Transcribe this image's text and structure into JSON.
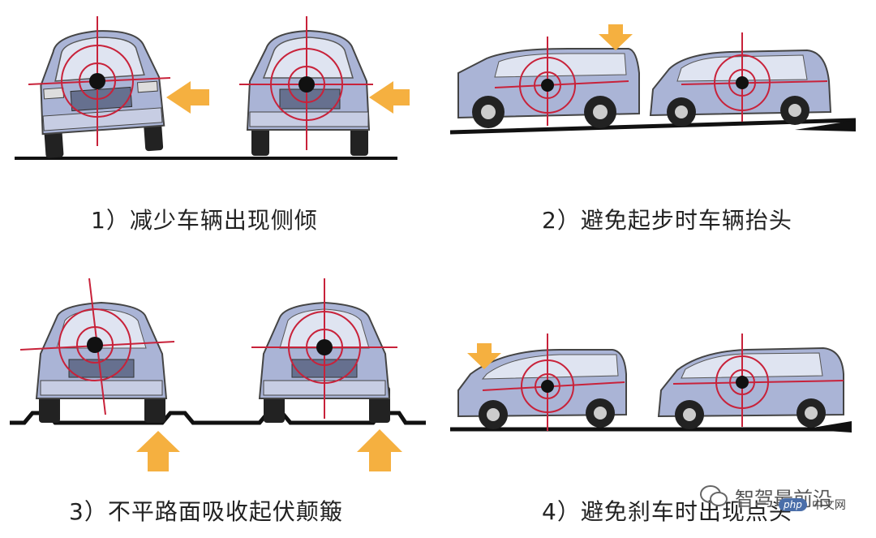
{
  "captions": {
    "c1": "1）减少车辆出现侧倾",
    "c2": "2）避免起步时车辆抬头",
    "c3": "3）不平路面吸收起伏颠簸",
    "c4": "4）避免刹车时出现点头"
  },
  "watermark": {
    "text": "智驾最前沿",
    "badge": "php",
    "badge_cn": "中文网"
  },
  "colors": {
    "car_body": "#aab4d6",
    "target": "#c8223a",
    "arrow": "#f5b040",
    "ground": "#111111"
  }
}
